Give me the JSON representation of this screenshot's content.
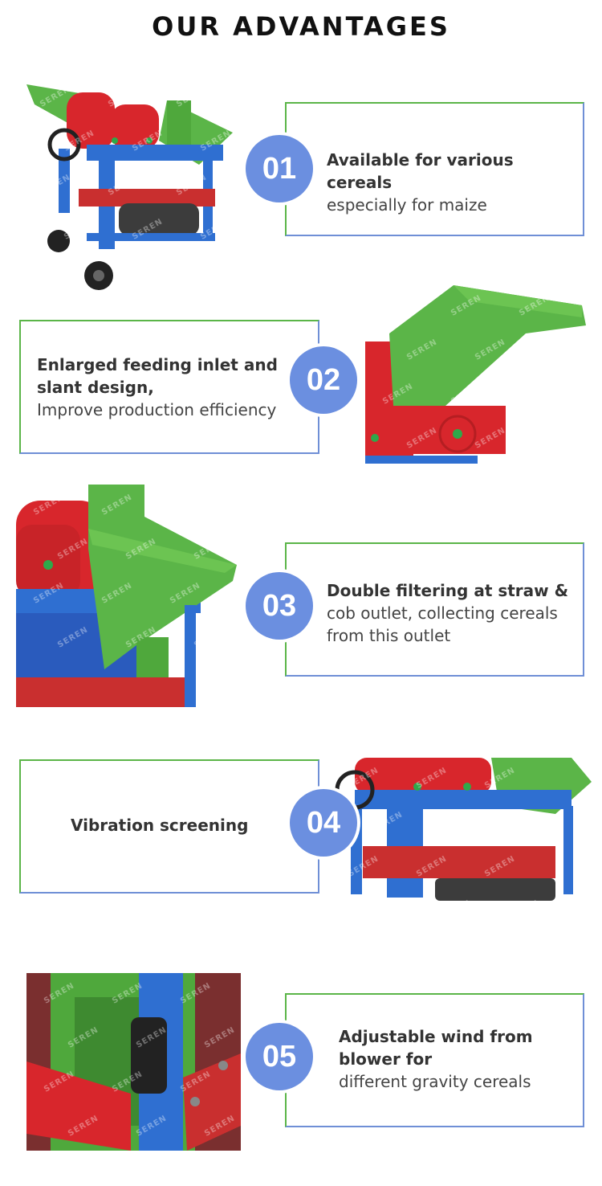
{
  "header": {
    "title": "OUR ADVANTAGES"
  },
  "watermark": "SEREN",
  "colors": {
    "green": "#5bb548",
    "blue": "#6f8fd6",
    "badge": "#6b8fe0",
    "red": "#d8262c",
    "frame_blue": "#2f6fd1"
  },
  "items": [
    {
      "number": "01",
      "bold": "Available for various cereals",
      "light": "especially for maize"
    },
    {
      "number": "02",
      "bold": "Enlarged feeding inlet and slant design,",
      "light": "Improve production efficiency"
    },
    {
      "number": "03",
      "bold": "Double filtering at straw &",
      "light": "cob outlet, collecting cereals from this outlet"
    },
    {
      "number": "04",
      "bold": "Vibration screening",
      "light": ""
    },
    {
      "number": "05",
      "bold": "Adjustable wind from blower for",
      "light": "different gravity cereals"
    }
  ]
}
